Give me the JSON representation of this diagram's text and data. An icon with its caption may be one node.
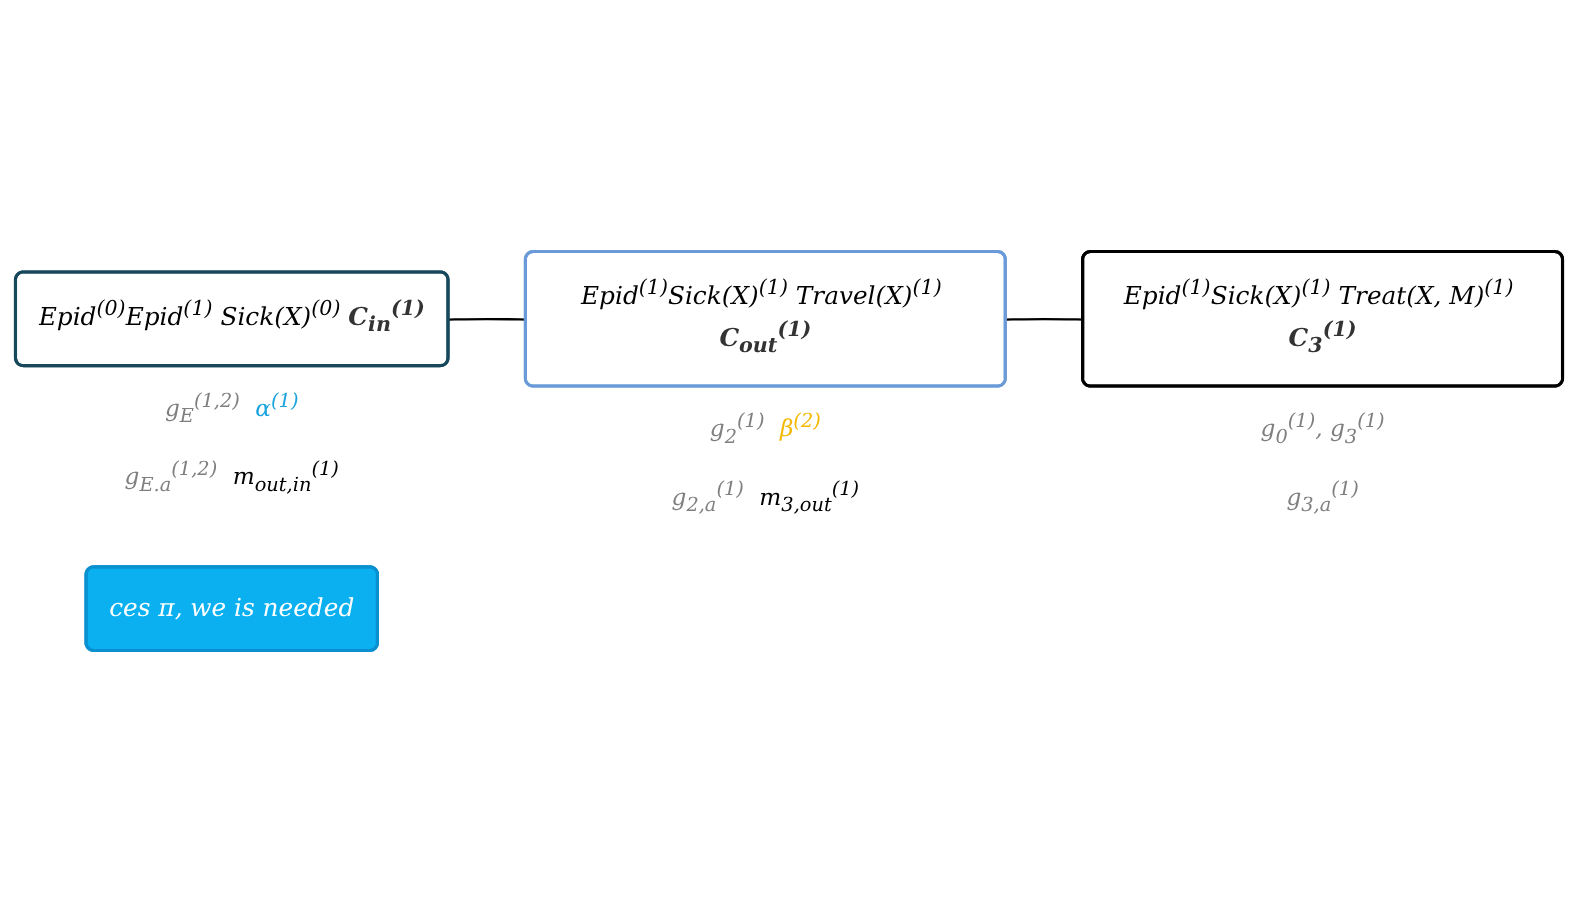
{
  "diagram": {
    "nodes": [
      {
        "text": [
          "Epid$^{(0)}$Epid$^{(1)}$ Sick(X)$^{(0)}$",
          "C$_{in}$$^{(1)}$"
        ],
        "beside": [
          "g$_{E}$$^{(1,2)}$",
          "α$^{(1)}$",
          "g$_{E.a}$$^{(1,2)}$",
          "m$_{out,in}$$^{(1)}$"
        ]
      },
      {
        "text": [
          "Epid$^{(1)}$Sick(X)$^{(1)}$ Travel(X)$^{(1)}$",
          "C$_{out}$$^{(1)}$"
        ],
        "beside": [
          "g$_{2}$$^{(1)}$",
          "β$^{(2)}$",
          "g$_{2,a}$$^{(1)}$",
          "m$_{3,out}$$^{(1)}$"
        ]
      },
      {
        "text": [
          "Epid$^{(1)}$Sick(X)$^{(1)}$ Treat(X, M)$^{(1)}$",
          "C$_{3}$$^{(1)}$"
        ],
        "beside": [
          "g$_{0}$$^{(1)}$, g$_{3}$$^{(1)}$",
          "g$_{3,a}$$^{(1)}$"
        ]
      },
      {
        "text": [
          "ces π, we is needed"
        ]
      }
    ],
    "edges": [
      {
        "from": 0,
        "to": 1,
        "arrow": "none"
      },
      {
        "from": 1,
        "to": 2,
        "arrow": "none"
      }
    ]
  }
}
